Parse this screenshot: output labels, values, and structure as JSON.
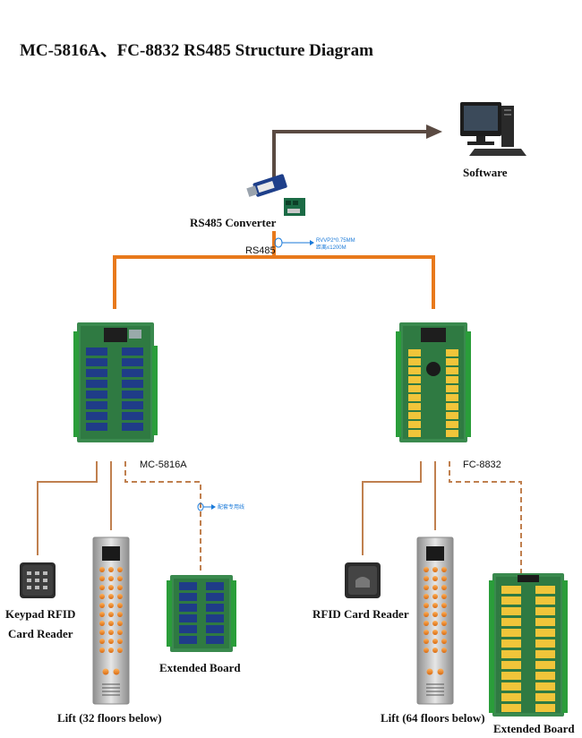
{
  "title": "MC-5816A、FC-8832 RS485 Structure Diagram",
  "labels": {
    "software": "Software",
    "rs485_converter": "RS485 Converter",
    "rs485": "RS485",
    "cable_spec_line1": "RVVP2*0.75MM",
    "cable_spec_line2": "距离≤1200M",
    "mc5816a": "MC-5816A",
    "fc8832": "FC-8832",
    "extended_cable_note": "配套专用线",
    "keypad_rfid_line1": "Keypad RFID",
    "keypad_rfid_line2": "Card Reader",
    "rfid_card_reader": "RFID Card Reader",
    "extended_board_left": "Extended Board",
    "extended_board_right": "Extended Board",
    "lift_32": "Lift (32 floors below)",
    "lift_64": "Lift (64 floors below)"
  },
  "colors": {
    "rs485_bus": "#e8791c",
    "software_link": "#5a4a42",
    "device_wire": "#c0804f",
    "pcb_green": "#3a8a4e",
    "relay_blue": "#1f3c88",
    "relay_yellow": "#f0c53a",
    "callout": "#1a7ad9"
  },
  "icons": [
    "computer-icon",
    "rs485-converter-icon",
    "controller-board-icon",
    "keypad-reader-icon",
    "rfid-reader-icon",
    "lift-panel-icon",
    "extended-board-icon"
  ]
}
